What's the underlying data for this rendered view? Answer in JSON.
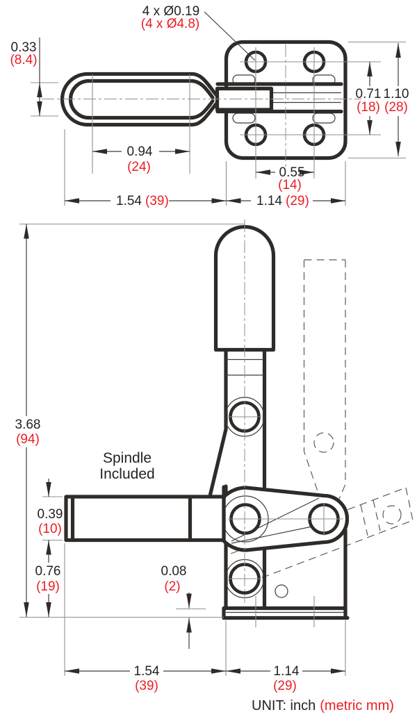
{
  "drawing": {
    "unit_note": {
      "black": "UNIT:  inch",
      "red": "(metric mm)"
    },
    "note": {
      "line1": "Spindle",
      "line2": "Included"
    },
    "colors": {
      "ink": "#2e2b29",
      "metric_red": "#ec1c24"
    },
    "top_view": {
      "hole_callout": {
        "inch": "4 x Ø0.19",
        "metric": "(4 x Ø4.8)"
      },
      "handle_tube": {
        "inch": "0.33",
        "metric": "(8.4)"
      },
      "grip_length": {
        "inch": "0.94",
        "metric": "(24)"
      },
      "hole_spacing_x": {
        "inch": "0.55",
        "metric": "(14)"
      },
      "hole_spacing_y": {
        "inch": "0.71",
        "metric": "(18)"
      },
      "plate_height": {
        "inch": "1.10",
        "metric": "(28)"
      },
      "left_width": {
        "inch": "1.54",
        "metric": "(39)"
      },
      "right_width": {
        "inch": "1.14",
        "metric": "(29)"
      }
    },
    "front_view": {
      "overall_height": {
        "inch": "3.68",
        "metric": "(94)"
      },
      "spindle_height": {
        "inch": "0.39",
        "metric": "(10)"
      },
      "base_height": {
        "inch": "0.76",
        "metric": "(19)"
      },
      "flange_thickness": {
        "inch": "0.08",
        "metric": "(2)"
      },
      "left_width": {
        "inch": "1.54",
        "metric": "(39)"
      },
      "right_width": {
        "inch": "1.14",
        "metric": "(29)"
      }
    }
  }
}
